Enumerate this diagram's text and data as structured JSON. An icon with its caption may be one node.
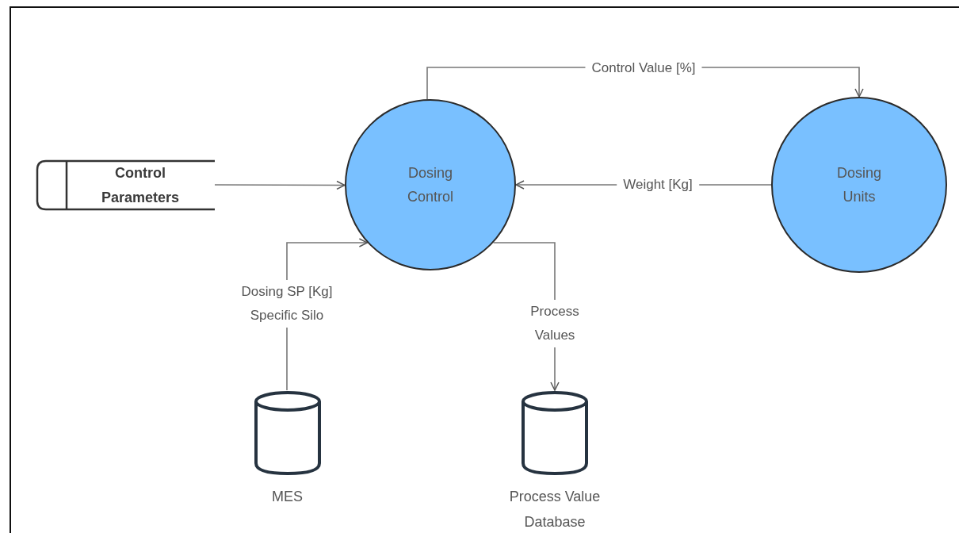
{
  "diagram": {
    "nodes": [
      {
        "text": [
          "Control Parameters"
        ]
      },
      {
        "text": [
          "Dosing Control"
        ]
      },
      {
        "text": [
          "Dosing Units"
        ]
      },
      {
        "text": [
          "MES"
        ]
      },
      {
        "text": [
          "Process Value Database"
        ]
      }
    ],
    "edges": [
      {
        "from": 0,
        "to": 1,
        "arrow": "to"
      },
      {
        "from": 1,
        "to": 2,
        "arrow": "to",
        "label": "Control Value [%]"
      },
      {
        "from": 2,
        "to": 1,
        "arrow": "to",
        "label": "Weight [Kg]"
      },
      {
        "from": 3,
        "to": 1,
        "arrow": "to",
        "label": "Dosing SP [Kg] Specific Silo"
      },
      {
        "from": 1,
        "to": 4,
        "arrow": "to",
        "label": "Process Values"
      }
    ]
  }
}
